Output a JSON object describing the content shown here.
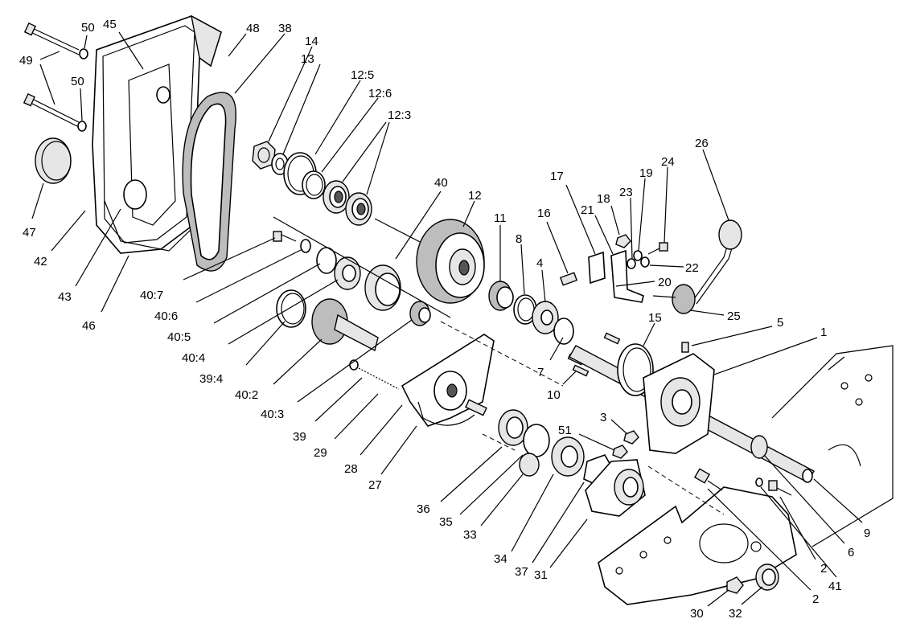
{
  "diagram": {
    "callouts": [
      {
        "id": "c50a",
        "label": "50"
      },
      {
        "id": "c45",
        "label": "45"
      },
      {
        "id": "c48",
        "label": "48"
      },
      {
        "id": "c38",
        "label": "38"
      },
      {
        "id": "c14",
        "label": "14"
      },
      {
        "id": "c13",
        "label": "13"
      },
      {
        "id": "c12_5",
        "label": "12:5"
      },
      {
        "id": "c12_6",
        "label": "12:6"
      },
      {
        "id": "c12_3",
        "label": "12:3"
      },
      {
        "id": "c49",
        "label": "49"
      },
      {
        "id": "c50b",
        "label": "50"
      },
      {
        "id": "c47",
        "label": "47"
      },
      {
        "id": "c42",
        "label": "42"
      },
      {
        "id": "c43",
        "label": "43"
      },
      {
        "id": "c46",
        "label": "46"
      },
      {
        "id": "c40",
        "label": "40"
      },
      {
        "id": "c12",
        "label": "12"
      },
      {
        "id": "c17",
        "label": "17"
      },
      {
        "id": "c16",
        "label": "16"
      },
      {
        "id": "c11",
        "label": "11"
      },
      {
        "id": "c8",
        "label": "8"
      },
      {
        "id": "c4",
        "label": "4"
      },
      {
        "id": "c18",
        "label": "18"
      },
      {
        "id": "c21",
        "label": "21"
      },
      {
        "id": "c23",
        "label": "23"
      },
      {
        "id": "c19",
        "label": "19"
      },
      {
        "id": "c24",
        "label": "24"
      },
      {
        "id": "c26",
        "label": "26"
      },
      {
        "id": "c22",
        "label": "22"
      },
      {
        "id": "c20",
        "label": "20"
      },
      {
        "id": "c25",
        "label": "25"
      },
      {
        "id": "c40_7",
        "label": "40:7"
      },
      {
        "id": "c40_6",
        "label": "40:6"
      },
      {
        "id": "c40_5",
        "label": "40:5"
      },
      {
        "id": "c40_4",
        "label": "40:4"
      },
      {
        "id": "c39_4",
        "label": "39:4"
      },
      {
        "id": "c40_2",
        "label": "40:2"
      },
      {
        "id": "c40_3",
        "label": "40:3"
      },
      {
        "id": "c39",
        "label": "39"
      },
      {
        "id": "c29",
        "label": "29"
      },
      {
        "id": "c28",
        "label": "28"
      },
      {
        "id": "c27",
        "label": "27"
      },
      {
        "id": "c15",
        "label": "15"
      },
      {
        "id": "c5",
        "label": "5"
      },
      {
        "id": "c1",
        "label": "1"
      },
      {
        "id": "c7",
        "label": "7"
      },
      {
        "id": "c10",
        "label": "10"
      },
      {
        "id": "c3",
        "label": "3"
      },
      {
        "id": "c51",
        "label": "51"
      },
      {
        "id": "c36",
        "label": "36"
      },
      {
        "id": "c35",
        "label": "35"
      },
      {
        "id": "c33",
        "label": "33"
      },
      {
        "id": "c34",
        "label": "34"
      },
      {
        "id": "c37",
        "label": "37"
      },
      {
        "id": "c31",
        "label": "31"
      },
      {
        "id": "c9",
        "label": "9"
      },
      {
        "id": "c6",
        "label": "6"
      },
      {
        "id": "c2a",
        "label": "2"
      },
      {
        "id": "c41",
        "label": "41"
      },
      {
        "id": "c2b",
        "label": "2"
      },
      {
        "id": "c30",
        "label": "30"
      },
      {
        "id": "c32",
        "label": "32"
      }
    ]
  }
}
